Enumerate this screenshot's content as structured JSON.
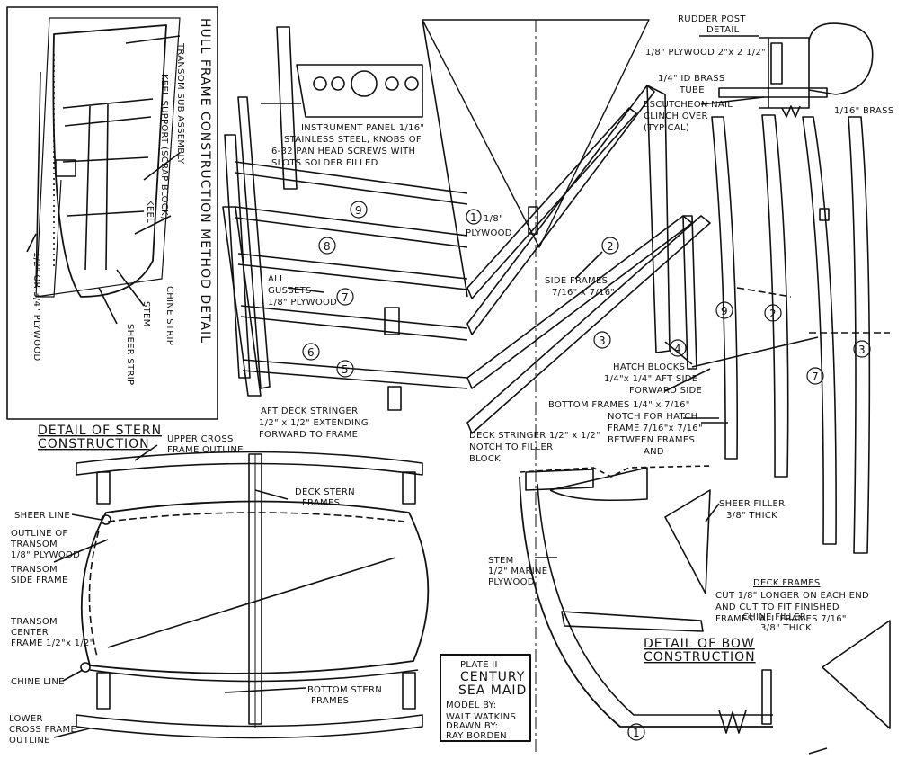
{
  "title_block": {
    "plate": "PLATE II",
    "name_1": "CENTURY",
    "name_2": "SEA MAID",
    "model_by": "MODEL BY:",
    "model_by_name": "WALT WATKINS",
    "drawn_by": "DRAWN BY:",
    "drawn_by_name": "RAY BORDEN"
  },
  "hull_detail": {
    "title": "HULL FRAME CONSTRUCTION METHOD DETAIL",
    "labels": [
      "TRANSOM SUB ASSEMBLY",
      "KEEL SUPPORT (SCRAP BLOCK)",
      "KEEL",
      "CHINE STRIP",
      "STEM",
      "SHEER STRIP"
    ],
    "plywood": "1/2\" OR 3/4\" PLYWOOD"
  },
  "center": {
    "instrument_panel": [
      "INSTRUMENT PANEL 1/16\"",
      "STAINLESS STEEL, KNOBS OF",
      "6-32 PAN HEAD SCREWS WITH",
      "SLOTS SOLDER FILLED"
    ],
    "plywood_note": "1/8\"",
    "plywood_word": "PLYWOOD",
    "gussets": [
      "ALL",
      "GUSSETS",
      "1/8\" PLYWOOD"
    ],
    "side_frames": [
      "SIDE FRAMES",
      "7/16\" x 7/16\""
    ],
    "hatch_blocks": [
      "HATCH BLOCKS",
      "1/4\"x 1/4\" AFT SIDE",
      "FORWARD SIDE"
    ],
    "bottom_frames": "BOTTOM FRAMES 1/4\" x 7/16\"",
    "notch": [
      "NOTCH FOR HATCH",
      "FRAME 7/16\"x 7/16\"",
      "BETWEEN FRAMES",
      "AND"
    ],
    "aft_deck": [
      "AFT DECK STRINGER",
      "1/2\" x 1/2\" EXTENDING",
      "FORWARD TO FRAME"
    ],
    "deck_stringer": [
      "DECK STRINGER 1/2\" x 1/2\"",
      "NOTCH TO FILLER",
      "BLOCK"
    ],
    "frame_numbers": [
      "9",
      "8",
      "7",
      "6",
      "5",
      "1",
      "2",
      "3",
      "4"
    ]
  },
  "rudder": {
    "title": [
      "RUDDER POST",
      "DETAIL"
    ],
    "plywood": "1/8\" PLYWOOD 2\"x 2 1/2\"",
    "tube": [
      "1/4\" ID BRASS",
      "TUBE"
    ],
    "brass": "1/16\" BRASS",
    "nail": [
      "ESCUTCHEON NAIL",
      "CLINCH OVER",
      "(TYPICAL)"
    ]
  },
  "deck_frames": {
    "numbers": [
      "9",
      "2",
      "7",
      "3"
    ],
    "title": "DECK FRAMES",
    "text": [
      "CUT 1/8\" LONGER ON EACH END",
      "AND CUT TO FIT FINISHED",
      "FRAMES. ALL FRAMES 7/16\""
    ]
  },
  "stern_detail": {
    "title": [
      "DETAIL OF STERN",
      "CONSTRUCTION"
    ],
    "upper": [
      "UPPER CROSS",
      "FRAME OUTLINE"
    ],
    "deck_stern": [
      "DECK STERN",
      "FRAMES"
    ],
    "sheer_line": "SHEER LINE",
    "outline": [
      "OUTLINE OF",
      "TRANSOM",
      "1/8\" PLYWOOD"
    ],
    "transom_side": [
      "TRANSOM",
      "SIDE FRAME"
    ],
    "transom_center": [
      "TRANSOM",
      "CENTER",
      "FRAME 1/2\"x 1/2\""
    ],
    "chine_line": "CHINE LINE",
    "bottom_stern": [
      "BOTTOM STERN",
      "FRAMES"
    ],
    "lower": [
      "LOWER",
      "CROSS FRAME",
      "OUTLINE"
    ]
  },
  "bow_detail": {
    "title": [
      "DETAIL OF BOW",
      "CONSTRUCTION"
    ],
    "stem": [
      "STEM",
      "1/2\" MARINE",
      "PLYWOOD"
    ],
    "sheer_filler": [
      "SHEER FILLER",
      "3/8\" THICK"
    ],
    "chine_filler": [
      "CHINE FILLER",
      "3/8\" THICK"
    ],
    "frame_1": "1"
  }
}
